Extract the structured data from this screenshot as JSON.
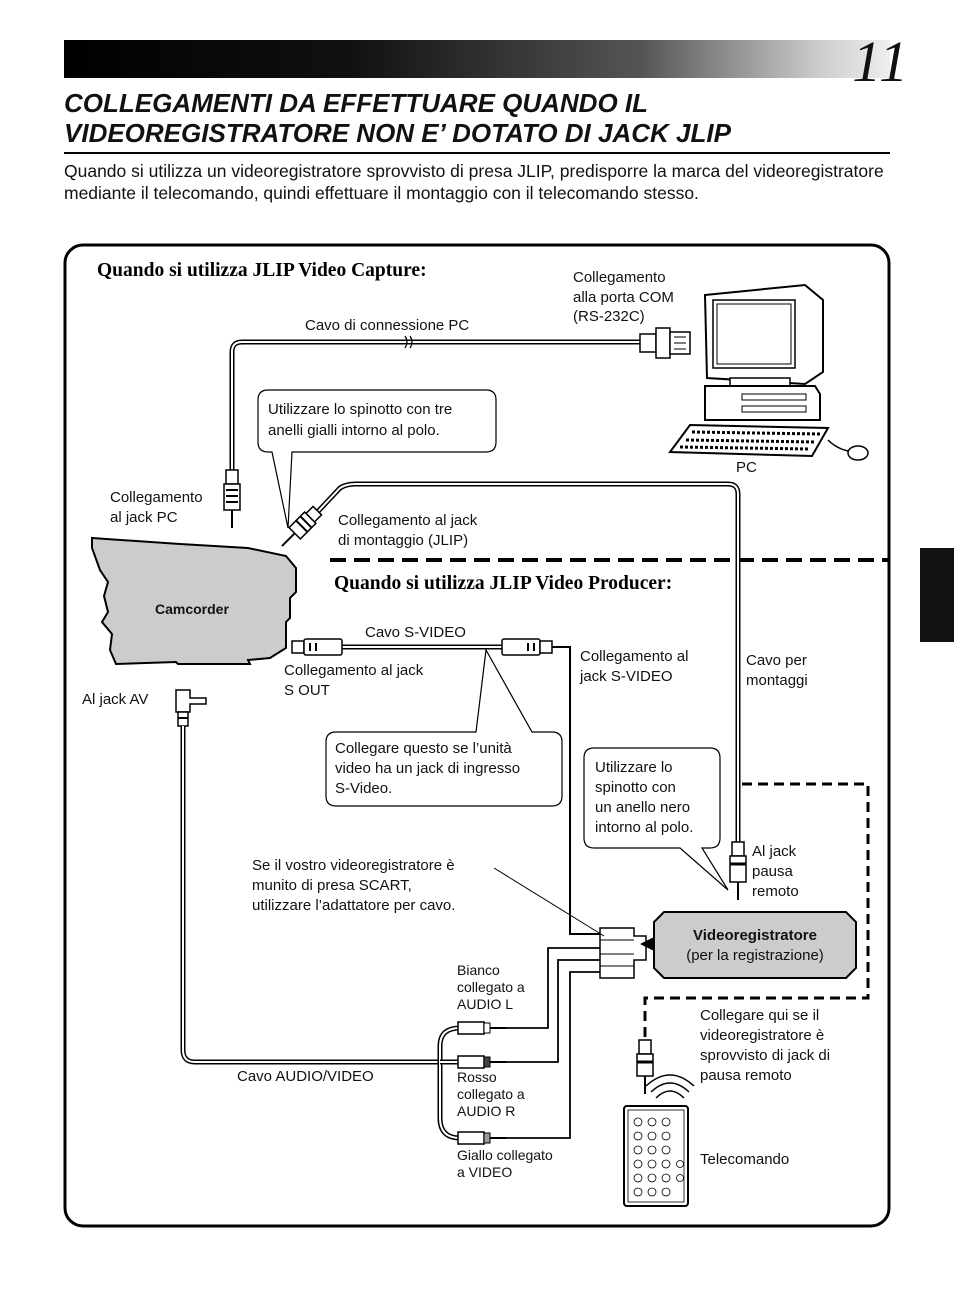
{
  "page_number": "11",
  "title_line1": "COLLEGAMENTI DA EFFETTUARE QUANDO IL",
  "title_line2": "VIDEOREGISTRATORE NON E’ DOTATO DI JACK JLIP",
  "intro": "Quando si utilizza un videoregistratore sprovvisto di presa JLIP, predisporre la marca del videoregistratore mediante il telecomando, quindi effettuare il montaggio con il telecomando stesso.",
  "section_capture": "Quando si utilizza JLIP Video Capture:",
  "section_producer": "Quando si utilizza JLIP Video Producer:",
  "labels": {
    "com_port": [
      "Collegamento",
      "alla porta COM",
      "(RS-232C)"
    ],
    "pc_cable": "Cavo di connessione PC",
    "ring_note": [
      "Utilizzare lo spinotto con tre",
      "anelli gialli intorno al polo."
    ],
    "pc": "PC",
    "pc_jack": [
      "Collegamento",
      "al jack PC"
    ],
    "edit_jack": [
      "Collegamento al jack",
      "di montaggio (JLIP)"
    ],
    "camcorder": "Camcorder",
    "svideo_cable": "Cavo S-VIDEO",
    "sout_jack": [
      "Collegamento al jack",
      "S OUT"
    ],
    "svideo_jack": [
      "Collegamento al",
      "jack S-VIDEO"
    ],
    "edit_cable": [
      "Cavo per",
      "montaggi"
    ],
    "av_jack": "Al jack AV",
    "svideo_note": [
      "Collegare questo se l’unità",
      "video ha un jack di ingresso",
      "S-Video."
    ],
    "black_ring_note": [
      "Utilizzare lo",
      "spinotto con",
      "un anello nero",
      "intorno al polo."
    ],
    "scart_note": [
      "Se il vostro videoregistratore è",
      "munito di presa SCART,",
      "utilizzare l’adattatore per cavo."
    ],
    "pause_jack": [
      "Al jack",
      "pausa",
      "remoto"
    ],
    "vcr_title": "Videoregistratore",
    "vcr_sub": "(per la registrazione)",
    "white_plug": [
      "Bianco",
      "collegato a",
      "AUDIO L"
    ],
    "no_pause_note": [
      "Collegare qui se il",
      "videoregistratore è",
      "sprovvisto di jack di",
      "pausa remoto"
    ],
    "av_cable": "Cavo AUDIO/VIDEO",
    "red_plug": [
      "Rosso",
      "collegato a",
      "AUDIO R"
    ],
    "yellow_plug": [
      "Giallo collegato",
      "a VIDEO"
    ],
    "remote": "Telecomando"
  }
}
